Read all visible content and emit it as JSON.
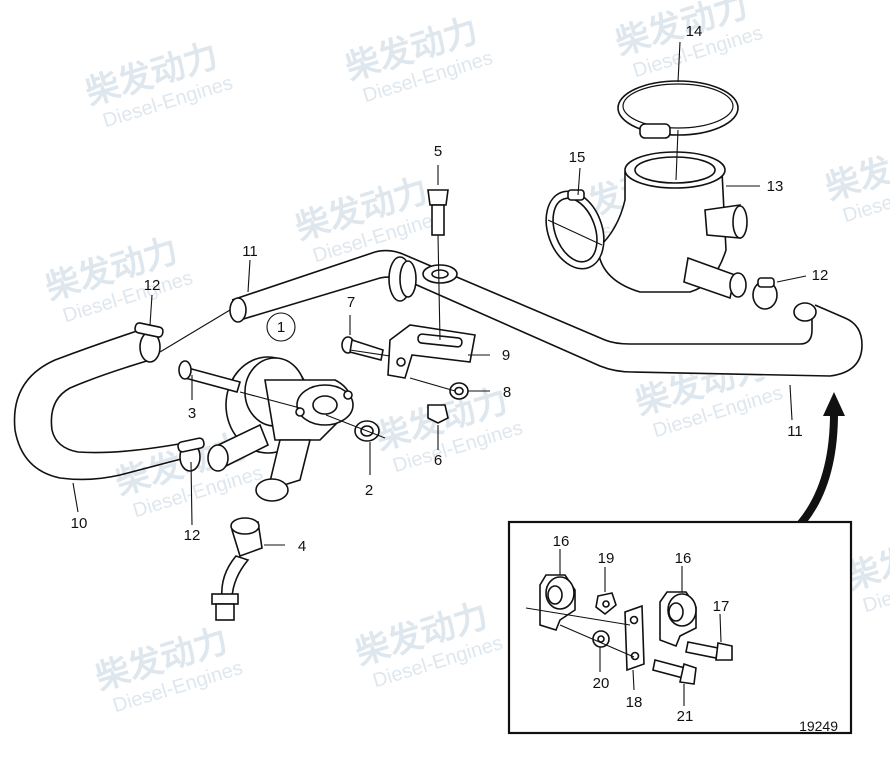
{
  "figure_number": "19249",
  "watermark": {
    "brand_cn": "柴发动力",
    "brand_en": "Diesel-Engines"
  },
  "callouts": [
    {
      "id": "c1",
      "text": "1",
      "circled": true
    },
    {
      "id": "c2",
      "text": "2"
    },
    {
      "id": "c3",
      "text": "3"
    },
    {
      "id": "c4",
      "text": "4"
    },
    {
      "id": "c5",
      "text": "5"
    },
    {
      "id": "c6",
      "text": "6"
    },
    {
      "id": "c7",
      "text": "7"
    },
    {
      "id": "c8",
      "text": "8"
    },
    {
      "id": "c9",
      "text": "9"
    },
    {
      "id": "c10",
      "text": "10"
    },
    {
      "id": "c11a",
      "text": "11"
    },
    {
      "id": "c11b",
      "text": "11"
    },
    {
      "id": "c12a",
      "text": "12"
    },
    {
      "id": "c12b",
      "text": "12"
    },
    {
      "id": "c12c",
      "text": "12"
    },
    {
      "id": "c13",
      "text": "13"
    },
    {
      "id": "c14",
      "text": "14"
    },
    {
      "id": "c15",
      "text": "15"
    },
    {
      "id": "c16a",
      "text": "16"
    },
    {
      "id": "c16b",
      "text": "16"
    },
    {
      "id": "c17",
      "text": "17"
    },
    {
      "id": "c18",
      "text": "18"
    },
    {
      "id": "c19",
      "text": "19"
    },
    {
      "id": "c20",
      "text": "20"
    },
    {
      "id": "c21",
      "text": "21"
    }
  ]
}
